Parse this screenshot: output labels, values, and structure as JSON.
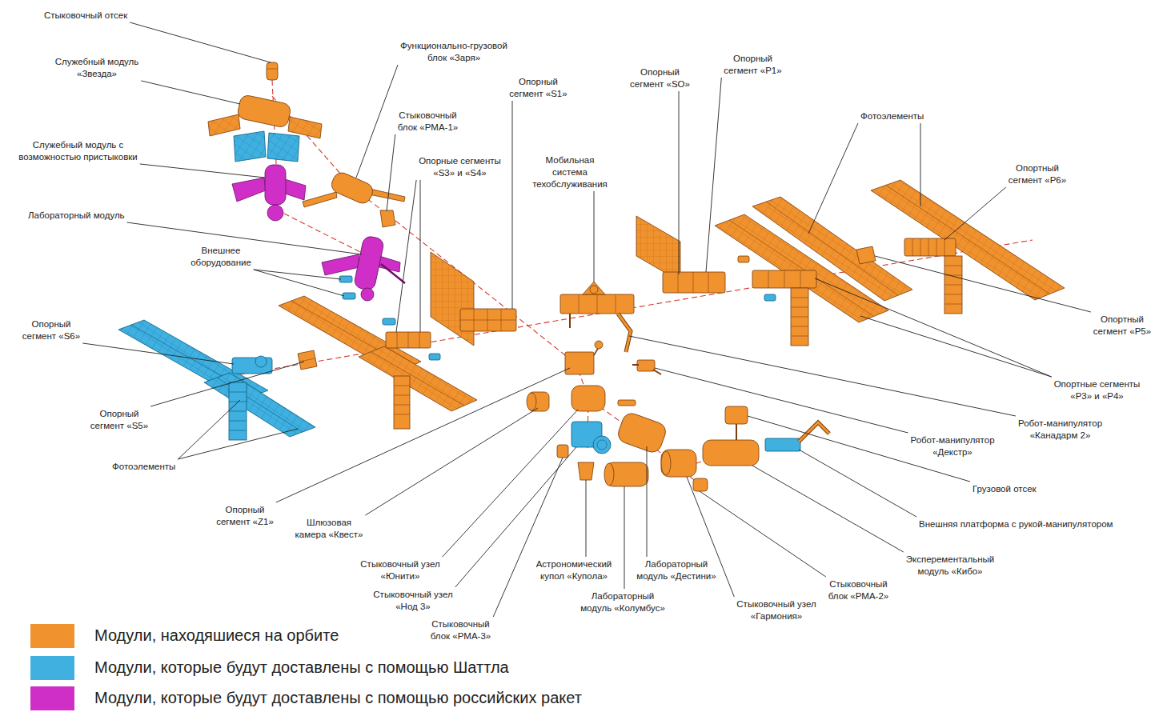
{
  "diagram": {
    "labels": [
      "Стыковочный отсек",
      "Служебный модуль «Звезда»",
      "Функционально-грузовой блок «Заря»",
      "Опорный сегмент «P1»",
      "Опорный сегмент «SO»",
      "Опорный сегмент «S1»",
      "Стыковочный блок «PMA-1»",
      "Фотоэлементы",
      "Служебный модуль с возможностью пристыковки",
      "Опорные сегменты «S3» и «S4»",
      "Мобильная система техобслуживания",
      "Опортный сегмент «P6»",
      "Лабораторный модуль",
      "Внешнее оборудование",
      "Опорный сегмент «S6»",
      "Опортный сегмент «P5»",
      "Опортные сегменты «P3» и «P4»",
      "Опорный сегмент «S5»",
      "Робот-манипулятор «Канадарм 2»",
      "Робот-манипулятор «Декстр»",
      "Фотоэлементы",
      "Грузовой отсек",
      "Опорный сегмент «Z1»",
      "Шлюзовая камера «Квест»",
      "Внешняя платформа с рукой-манипулятором",
      "Эксперементальный модуль «Кибо»",
      "Стыковочный узел «Юнити»",
      "Астрономический купол «Купола»",
      "Лабораторный модуль «Дестини»",
      "Стыковочный блок «PMA-2»",
      "Стыковочный узел «Нод 3»",
      "Лабораторный модуль «Колумбус»",
      "Стыковочный узел «Гармония»",
      "Стыковочный блок «PMA-3»"
    ],
    "legend": [
      {
        "text": "Модули, находяшиеся на орбите",
        "color": "#f0922e"
      },
      {
        "text": "Модули, которые будут доставлены с помощью Шаттла",
        "color": "#3fb0e0"
      },
      {
        "text": "Модули, которые будут доставлены с помощью российских ракет",
        "color": "#cf2fc6"
      }
    ]
  }
}
